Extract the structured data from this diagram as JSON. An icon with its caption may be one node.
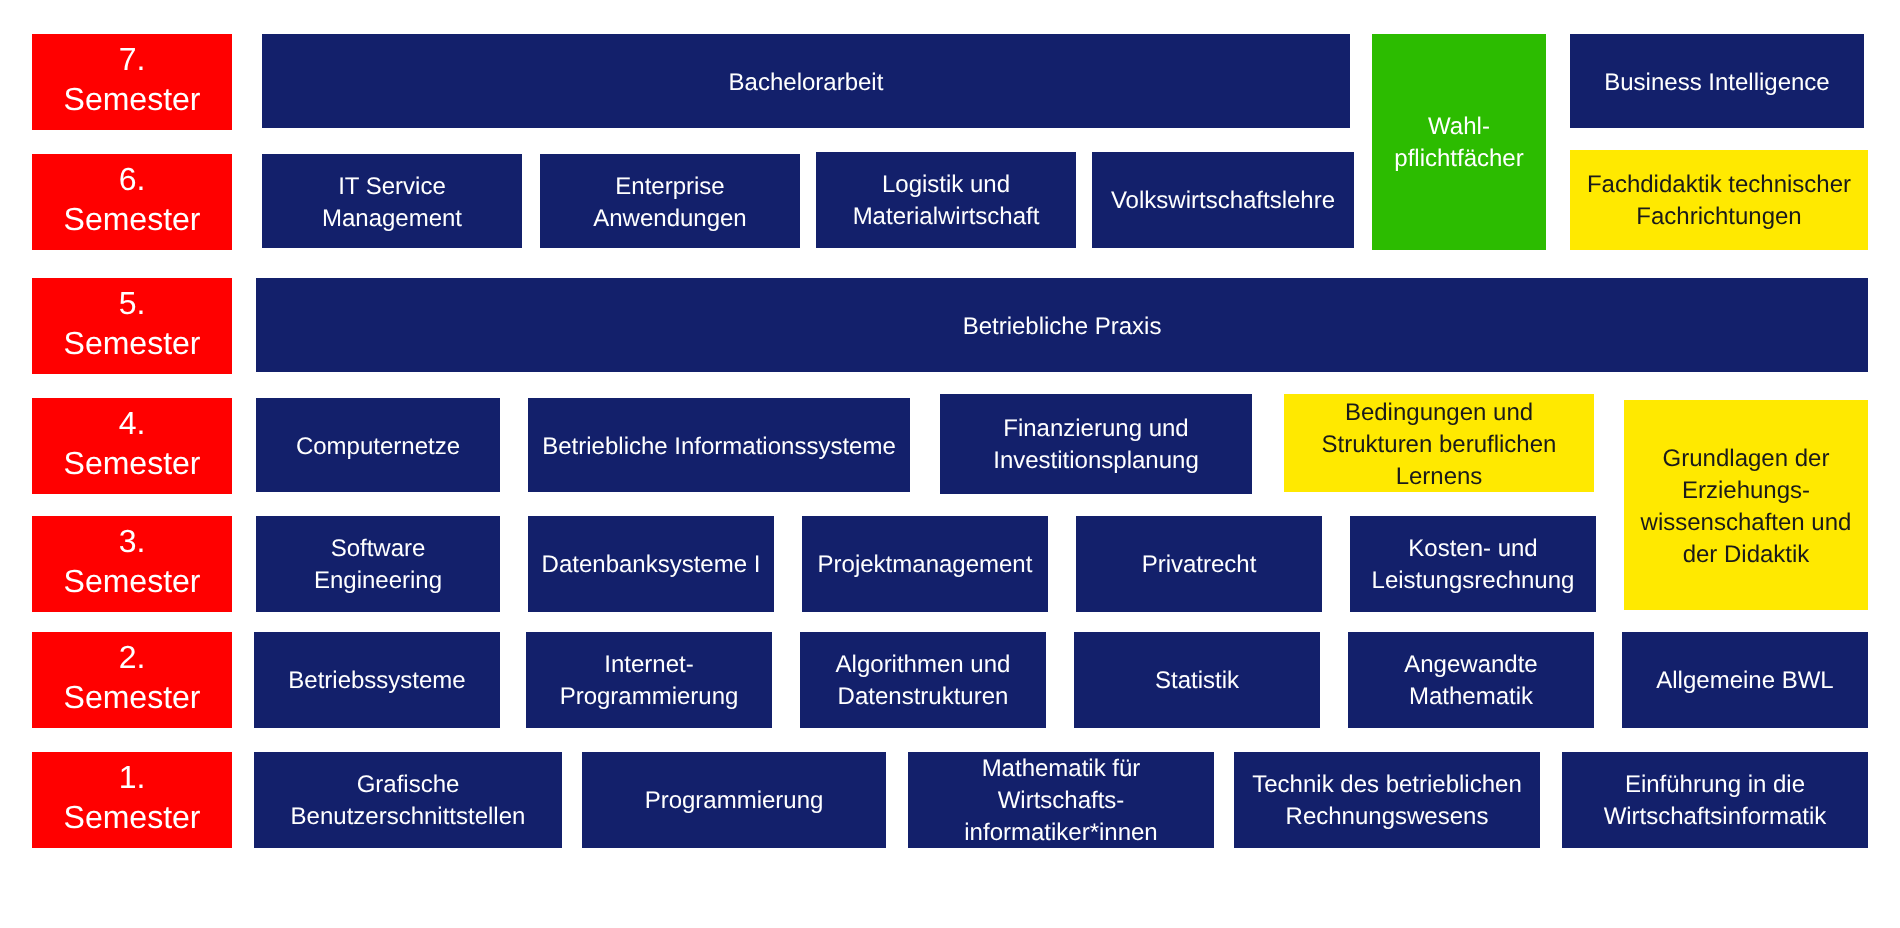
{
  "diagram": {
    "nodes": [
      {
        "text": [
          "7. Semester"
        ]
      },
      {
        "text": [
          "Bachelorarbeit"
        ]
      },
      {
        "text": [
          "Wahl- pflichtfächer"
        ]
      },
      {
        "text": [
          "Business Intelligence"
        ]
      },
      {
        "text": [
          "6. Semester"
        ]
      },
      {
        "text": [
          "IT Service Management"
        ]
      },
      {
        "text": [
          "Enterprise Anwendungen"
        ]
      },
      {
        "text": [
          "Logistik und Materialwirtschaft"
        ]
      },
      {
        "text": [
          "Volkswirtschaftslehre"
        ]
      },
      {
        "text": [
          "Fachdidaktik technischer Fachrichtungen"
        ]
      },
      {
        "text": [
          "5. Semester"
        ]
      },
      {
        "text": [
          "Betriebliche Praxis"
        ]
      },
      {
        "text": [
          "4. Semester"
        ]
      },
      {
        "text": [
          "Computernetze"
        ]
      },
      {
        "text": [
          "Betriebliche Informationssysteme"
        ]
      },
      {
        "text": [
          "Finanzierung und Investitionsplanung"
        ]
      },
      {
        "text": [
          "Bedingungen und Strukturen beruflichen Lernens"
        ]
      },
      {
        "text": [
          "Grundlagen der Erziehungs- wissenschaften und der Didaktik"
        ]
      },
      {
        "text": [
          "3. Semester"
        ]
      },
      {
        "text": [
          "Software Engineering"
        ]
      },
      {
        "text": [
          "Datenbanksysteme I"
        ]
      },
      {
        "text": [
          "Projektmanagement"
        ]
      },
      {
        "text": [
          "Privatrecht"
        ]
      },
      {
        "text": [
          "Kosten- und Leistungsrechnung"
        ]
      },
      {
        "text": [
          "2. Semester"
        ]
      },
      {
        "text": [
          "Betriebssysteme"
        ]
      },
      {
        "text": [
          "Internet- Programmierung"
        ]
      },
      {
        "text": [
          "Algorithmen und Datenstrukturen"
        ]
      },
      {
        "text": [
          "Statistik"
        ]
      },
      {
        "text": [
          "Angewandte Mathematik"
        ]
      },
      {
        "text": [
          "Allgemeine BWL"
        ]
      },
      {
        "text": [
          "1. Semester"
        ]
      },
      {
        "text": [
          "Grafische Benutzerschnittstellen"
        ]
      },
      {
        "text": [
          "Programmierung"
        ]
      },
      {
        "text": [
          "Mathematik für Wirtschafts- informatiker*innen"
        ]
      },
      {
        "text": [
          "Technik des betrieblichen Rechnungswesens"
        ]
      },
      {
        "text": [
          "Einführung in die Wirtschaftsinformatik"
        ]
      }
    ]
  }
}
